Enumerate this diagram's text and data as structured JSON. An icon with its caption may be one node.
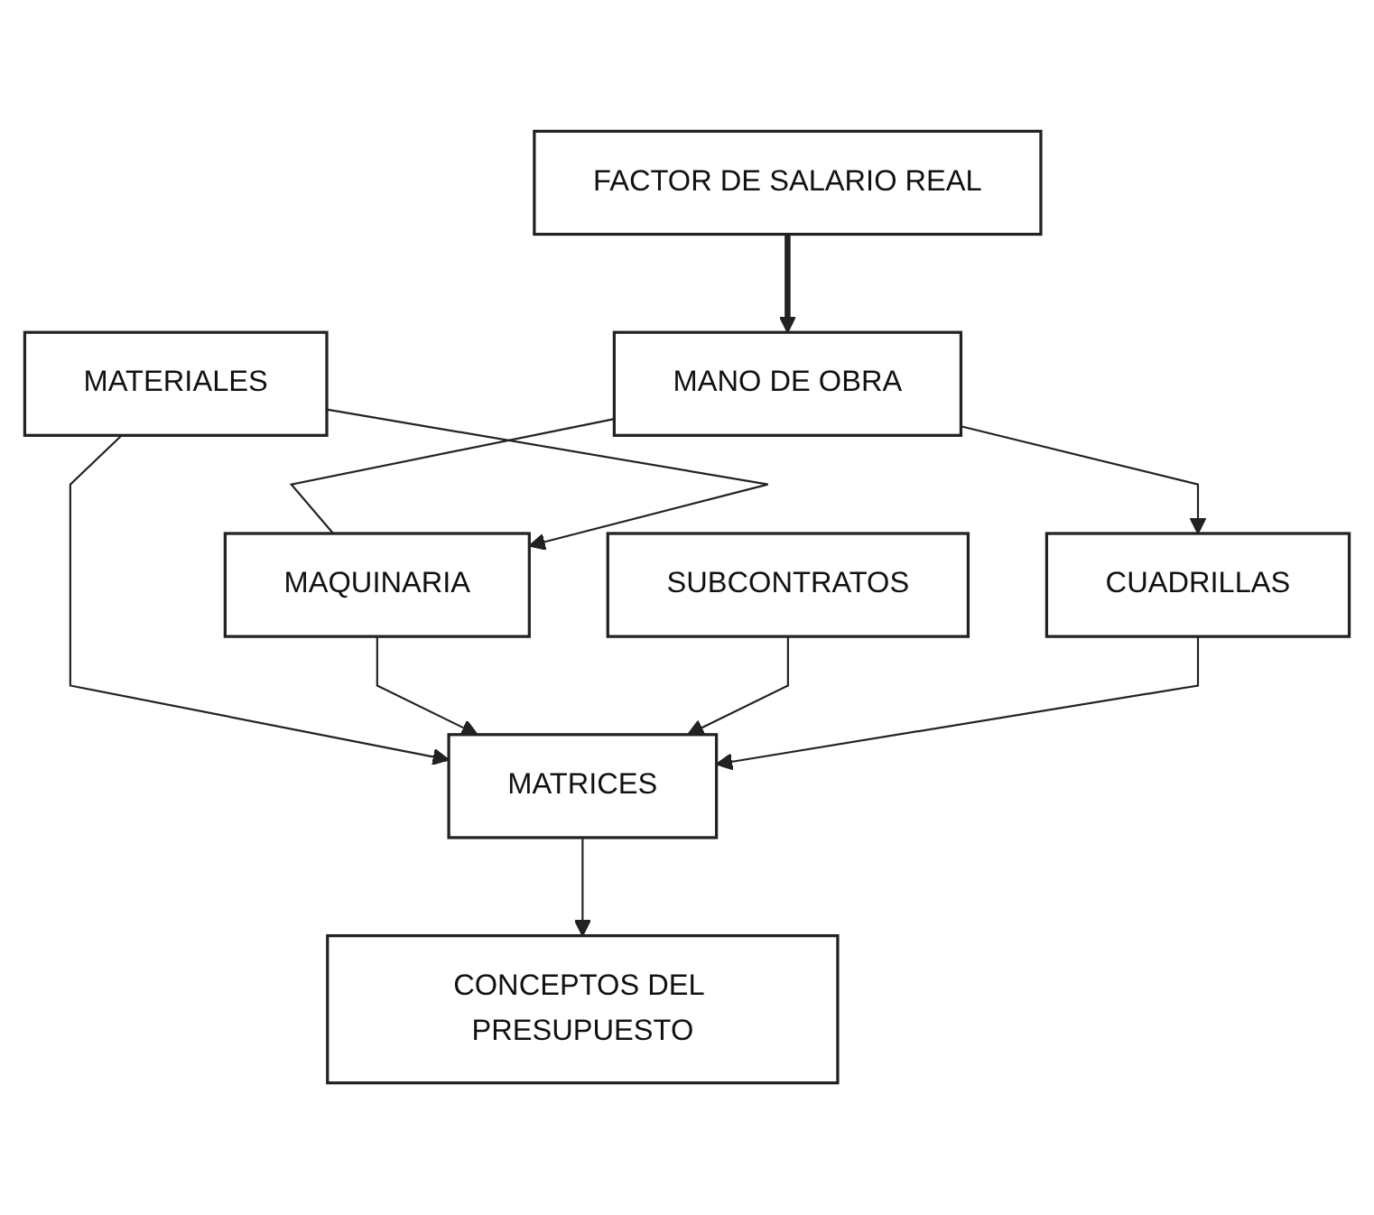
{
  "diagram": {
    "nodes": [
      {
        "text": [
          "FACTOR DE SALARIO REAL"
        ]
      },
      {
        "text": [
          "MANO DE OBRA"
        ]
      },
      {
        "text": [
          "MAQUINARIA"
        ]
      },
      {
        "text": [
          "MATERIALES"
        ]
      },
      {
        "text": [
          "CUADRILLAS"
        ]
      },
      {
        "text": [
          "SUBCONTRATOS"
        ]
      },
      {
        "text": [
          "MATRICES"
        ]
      },
      {
        "text": [
          "CONCEPTOS DEL PRESUPUESTO"
        ]
      }
    ],
    "edges": [
      {
        "from": 0,
        "to": 1,
        "arrow": "to",
        "style": "thick"
      },
      {
        "from": 1,
        "to": 2,
        "arrow": "none"
      },
      {
        "from": 1,
        "to": 4,
        "arrow": "to"
      },
      {
        "from": 3,
        "to": 2,
        "arrow": "to"
      },
      {
        "from": 3,
        "to": 6,
        "arrow": "to"
      },
      {
        "from": 2,
        "to": 6,
        "arrow": "to"
      },
      {
        "from": 5,
        "to": 6,
        "arrow": "to"
      },
      {
        "from": 4,
        "to": 6,
        "arrow": "to"
      },
      {
        "from": 6,
        "to": 7,
        "arrow": "to"
      }
    ]
  }
}
